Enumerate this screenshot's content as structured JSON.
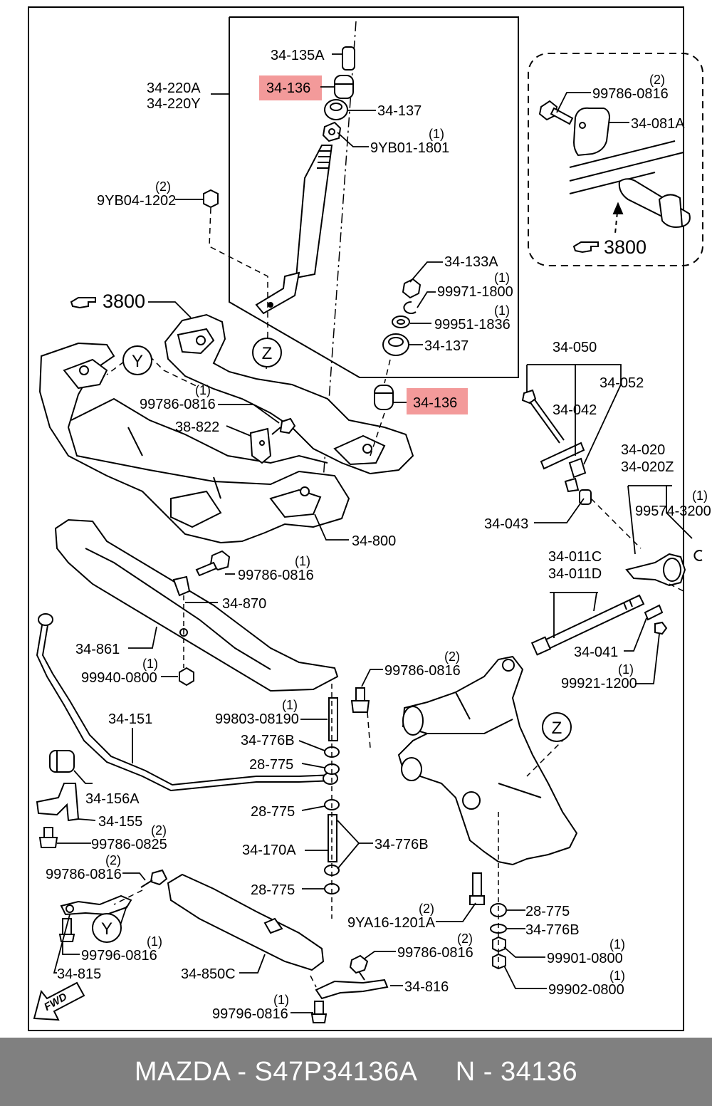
{
  "labels": {
    "l_34_135A": "34-135A",
    "l_34_136_top": "34-136",
    "l_34_137_top": "34-137",
    "l_9YB01_1801": "9YB01-1801",
    "l_34_220A": "34-220A",
    "l_34_220Y": "34-220Y",
    "l_9YB04_1202": "9YB04-1202",
    "l_99786_0816_box": "99786-0816",
    "l_34_081A": "34-081A",
    "l_3800_box": "3800",
    "l_34_133A": "34-133A",
    "l_99971_1800": "99971-1800",
    "l_99951_1836": "99951-1836",
    "l_34_137_mid": "34-137",
    "l_3800_main": "3800",
    "l_99786_0816_a": "99786-0816",
    "l_38_822": "38-822",
    "l_34_136_mid": "34-136",
    "l_34_050": "34-050",
    "l_34_052": "34-052",
    "l_34_042": "34-042",
    "l_34_020": "34-020",
    "l_34_020Z": "34-020Z",
    "l_99574_3200": "99574-3200",
    "l_34_043": "34-043",
    "l_34_800": "34-800",
    "l_99786_0816_b": "99786-0816",
    "l_34_870": "34-870",
    "l_34_011C": "34-011C",
    "l_34_011D": "34-011D",
    "l_34_861": "34-861",
    "l_99940_0800": "99940-0800",
    "l_34_041": "34-041",
    "l_99786_0816_c": "99786-0816",
    "l_99921_1200": "99921-1200",
    "l_34_151": "34-151",
    "l_99803_08190": "99803-08190",
    "l_34_776B_a": "34-776B",
    "l_28_775_a": "28-775",
    "l_34_156A": "34-156A",
    "l_28_775_b": "28-775",
    "l_34_155": "34-155",
    "l_99786_0825": "99786-0825",
    "l_34_170A": "34-170A",
    "l_34_776B_b": "34-776B",
    "l_99786_0816_d": "99786-0816",
    "l_28_775_c": "28-775",
    "l_9YA16_1201A": "9YA16-1201A",
    "l_28_775_d": "28-775",
    "l_34_776B_c": "34-776B",
    "l_99796_0816_a": "99796-0816",
    "l_34_815": "34-815",
    "l_34_850C": "34-850C",
    "l_99786_0816_e": "99786-0816",
    "l_99901_0800": "99901-0800",
    "l_34_816": "34-816",
    "l_99902_0800": "99902-0800",
    "l_99796_0816_b": "99796-0816"
  },
  "quantities": {
    "q_9YB01_1801": "(1)",
    "q_9YB04_1202": "(2)",
    "q_99786_0816_box": "(2)",
    "q_99971_1800": "(1)",
    "q_99951_1836": "(1)",
    "q_99786_0816_a": "(1)",
    "q_99574_3200": "(1)",
    "q_99786_0816_b": "(1)",
    "q_99940_0800": "(1)",
    "q_99786_0816_c": "(2)",
    "q_99921_1200": "(1)",
    "q_99803_08190": "(1)",
    "q_99786_0825": "(2)",
    "q_99786_0816_d": "(2)",
    "q_9YA16_1201A": "(2)",
    "q_99796_0816_a": "(1)",
    "q_99786_0816_e": "(2)",
    "q_99901_0800": "(1)",
    "q_99902_0800": "(1)",
    "q_99796_0816_b": "(1)"
  },
  "callouts": {
    "z_top": "Z",
    "z_bottom": "Z",
    "y_top": "Y",
    "y_bottom": "Y",
    "fwd": "FWD"
  },
  "highlight_color": "#f39a9a",
  "footer": {
    "brand": "MAZDA",
    "separator": " - ",
    "part_number": "S47P34136A",
    "gap": "     ",
    "ref_prefix": "N",
    "ref_number": "34136"
  }
}
